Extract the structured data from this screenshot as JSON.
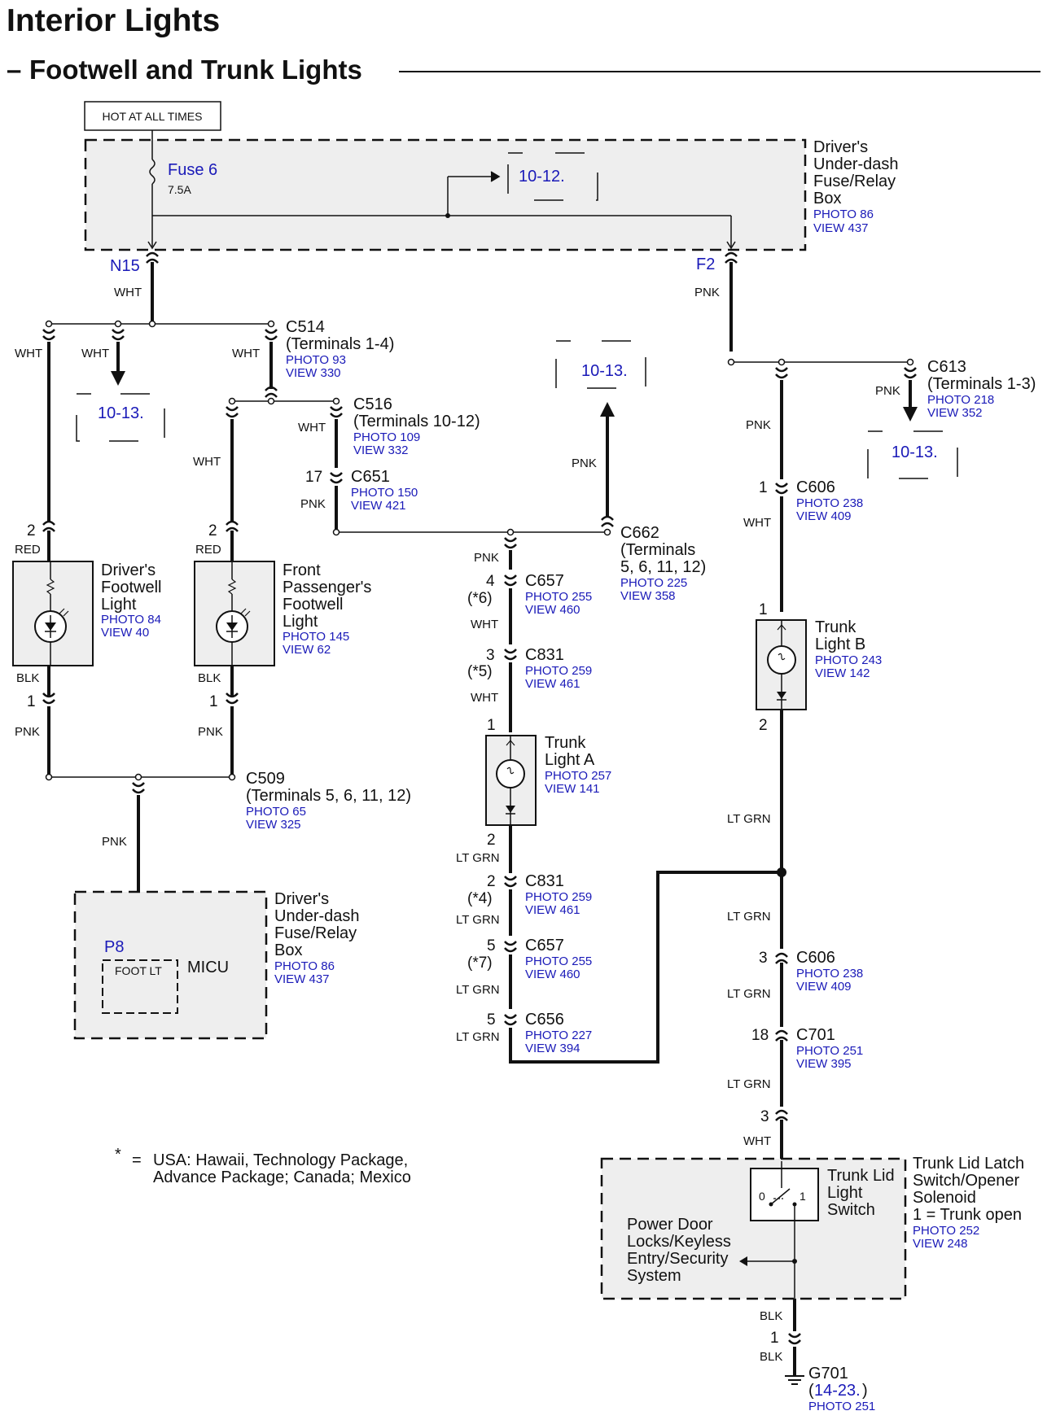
{
  "header": {
    "title": "Interior Lights",
    "subtitle": "Footwell and Trunk Lights",
    "subtitle_dash": "–"
  },
  "power": {
    "hot_label": "HOT AT ALL TIMES",
    "fuse_name": "Fuse 6",
    "fuse_rating": "7.5A"
  },
  "fuse_box": {
    "line1": "Driver's",
    "line2": "Under-dash",
    "line3": "Fuse/Relay",
    "line4": "Box",
    "photo": "PHOTO 86",
    "view": "VIEW 437"
  },
  "xrefs": {
    "ref_10_12": "10-12.",
    "ref_10_13": "10-13."
  },
  "terminals": {
    "n15": "N15",
    "f2": "F2",
    "p8": "P8"
  },
  "wires": {
    "wht": "WHT",
    "pnk": "PNK",
    "red": "RED",
    "blk": "BLK",
    "lt_grn": "LT GRN"
  },
  "connectors": {
    "c514": {
      "name": "C514",
      "terms": "(Terminals 1-4)",
      "photo": "PHOTO 93",
      "view": "VIEW 330"
    },
    "c516": {
      "name": "C516",
      "terms": "(Terminals 10-12)",
      "photo": "PHOTO 109",
      "view": "VIEW 332"
    },
    "c651": {
      "pin": "17",
      "name": "C651",
      "photo": "PHOTO 150",
      "view": "VIEW 421"
    },
    "c662": {
      "name": "C662",
      "terms1": "(Terminals",
      "terms2": "5, 6, 11, 12)",
      "photo": "PHOTO 225",
      "view": "VIEW 358"
    },
    "c657_top": {
      "pin": "4",
      "note": "(*6)",
      "name": "C657",
      "photo": "PHOTO 255",
      "view": "VIEW 460"
    },
    "c831_top": {
      "pin": "3",
      "note": "(*5)",
      "name": "C831",
      "photo": "PHOTO 259",
      "view": "VIEW 461"
    },
    "c831_bot": {
      "pin": "2",
      "note": "(*4)",
      "name": "C831",
      "photo": "PHOTO 259",
      "view": "VIEW 461"
    },
    "c657_bot": {
      "pin": "5",
      "note": "(*7)",
      "name": "C657",
      "photo": "PHOTO 255",
      "view": "VIEW 460"
    },
    "c656": {
      "pin": "5",
      "name": "C656",
      "photo": "PHOTO 227",
      "view": "VIEW 394"
    },
    "c509": {
      "name": "C509",
      "terms": "(Terminals 5, 6, 11, 12)",
      "photo": "PHOTO 65",
      "view": "VIEW 325"
    },
    "c613": {
      "name": "C613",
      "terms": "(Terminals 1-3)",
      "photo": "PHOTO 218",
      "view": "VIEW 352"
    },
    "c606_top": {
      "pin": "1",
      "name": "C606",
      "photo": "PHOTO 238",
      "view": "VIEW 409"
    },
    "c606_bot": {
      "pin": "3",
      "name": "C606",
      "photo": "PHOTO 238",
      "view": "VIEW 409"
    },
    "c701": {
      "pin": "18",
      "name": "C701",
      "photo": "PHOTO 251",
      "view": "VIEW 395"
    }
  },
  "pins": {
    "p1": "1",
    "p2": "2",
    "p3": "3"
  },
  "components": {
    "drivers_footwell": {
      "l1": "Driver's",
      "l2": "Footwell",
      "l3": "Light",
      "photo": "PHOTO 84",
      "view": "VIEW 40"
    },
    "passenger_footwell": {
      "l1": "Front",
      "l2": "Passenger's",
      "l3": "Footwell",
      "l4": "Light",
      "photo": "PHOTO 145",
      "view": "VIEW 62"
    },
    "trunk_light_a": {
      "l1": "Trunk",
      "l2": "Light A",
      "photo": "PHOTO 257",
      "view": "VIEW 141"
    },
    "trunk_light_b": {
      "l1": "Trunk",
      "l2": "Light B",
      "photo": "PHOTO 243",
      "view": "VIEW 142"
    },
    "micu_box": {
      "l1": "Driver's",
      "l2": "Under-dash",
      "l3": "Fuse/Relay",
      "l4": "Box",
      "photo": "PHOTO 86",
      "view": "VIEW 437",
      "micu": "MICU",
      "foot_lt": "FOOT LT"
    },
    "trunk_latch": {
      "l1": "Trunk Lid Latch",
      "l2": "Switch/Opener",
      "l3": "Solenoid",
      "l4": "1 = Trunk open",
      "photo": "PHOTO 252",
      "view": "VIEW 248"
    },
    "trunk_switch": {
      "l1": "Trunk Lid",
      "l2": "Light",
      "l3": "Switch",
      "pos0": "0",
      "pos1": "1"
    },
    "power_door": {
      "l1": "Power Door",
      "l2": "Locks/Keyless",
      "l3": "Entry/Security",
      "l4": "System"
    },
    "ground": {
      "name": "G701",
      "ref": "14-23.",
      "photo": "PHOTO 251",
      "open": "(",
      "close": ")"
    }
  },
  "footnote": {
    "star": "*",
    "eq": "=",
    "line1": "USA: Hawaii, Technology Package,",
    "line2": "Advance Package; Canada; Mexico"
  }
}
